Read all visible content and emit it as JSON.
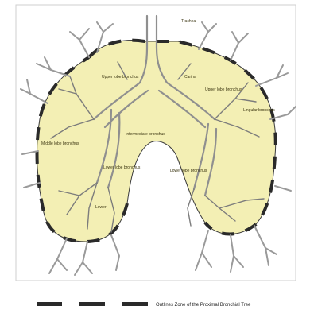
{
  "labels": {
    "trachea": "Trachea",
    "upper_left": "Upper lobe bronchus",
    "upper_right": "Upper lobe bronchus",
    "carina": "Carina",
    "intermediate": "Intermediate bronchus",
    "lingular": "Lingular bronchus",
    "middle_lobe": "Middle lobe bronchus",
    "lower_left": "Lower lobe bronchus",
    "lower_right": "Lower lobe bronchus",
    "lower": "Lower"
  },
  "legend": {
    "text": "Outlines Zone of the Proximal Bronchial Tree"
  },
  "colors": {
    "lung_fill": "#f3efb4",
    "airway_gray": "#8f8f8f",
    "outline_dark": "#2a2a2a"
  }
}
